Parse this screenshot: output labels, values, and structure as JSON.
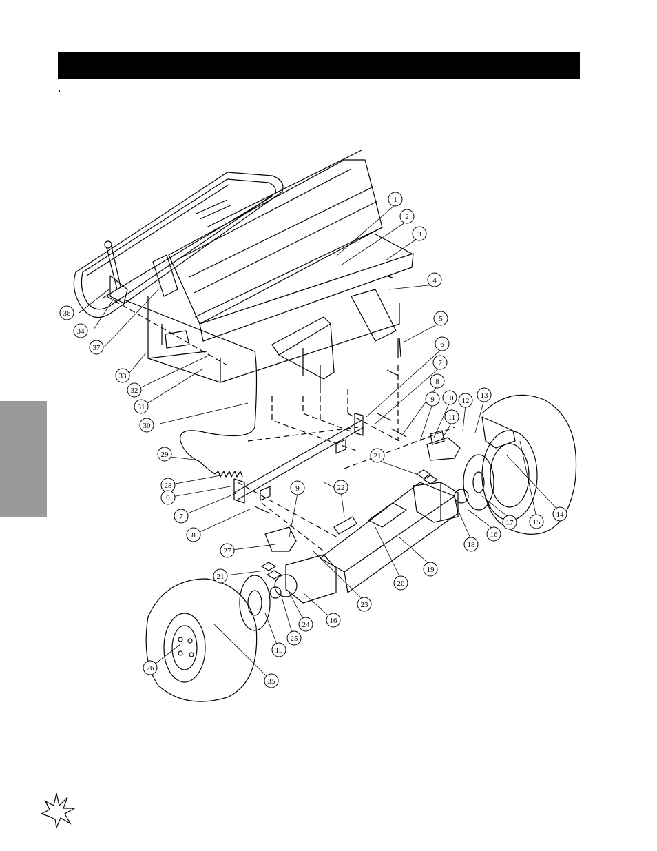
{
  "header": {
    "title": ""
  },
  "callouts": [
    {
      "label": "1"
    },
    {
      "label": "2"
    },
    {
      "label": "3"
    },
    {
      "label": "4"
    },
    {
      "label": "5"
    },
    {
      "label": "6"
    },
    {
      "label": "7"
    },
    {
      "label": "8"
    },
    {
      "label": "9"
    },
    {
      "label": "10"
    },
    {
      "label": "11"
    },
    {
      "label": "12"
    },
    {
      "label": "13"
    },
    {
      "label": "14"
    },
    {
      "label": "15"
    },
    {
      "label": "16"
    },
    {
      "label": "17"
    },
    {
      "label": "18"
    },
    {
      "label": "19"
    },
    {
      "label": "20"
    },
    {
      "label": "21"
    },
    {
      "label": "22"
    },
    {
      "label": "29"
    },
    {
      "label": "28"
    },
    {
      "label": "9"
    },
    {
      "label": "7"
    },
    {
      "label": "8"
    },
    {
      "label": "9"
    },
    {
      "label": "27"
    },
    {
      "label": "23"
    },
    {
      "label": "21"
    },
    {
      "label": "16"
    },
    {
      "label": "24"
    },
    {
      "label": "25"
    },
    {
      "label": "15"
    },
    {
      "label": "26"
    },
    {
      "label": "35"
    },
    {
      "label": "36"
    },
    {
      "label": "34"
    },
    {
      "label": "37"
    },
    {
      "label": "33"
    },
    {
      "label": "32"
    },
    {
      "label": "31"
    },
    {
      "label": "30"
    }
  ],
  "colors": {
    "ink": "#000000",
    "paper": "#ffffff",
    "tab": "#9a9a9a"
  },
  "logo": {
    "icon": "starburst-logo-icon"
  }
}
